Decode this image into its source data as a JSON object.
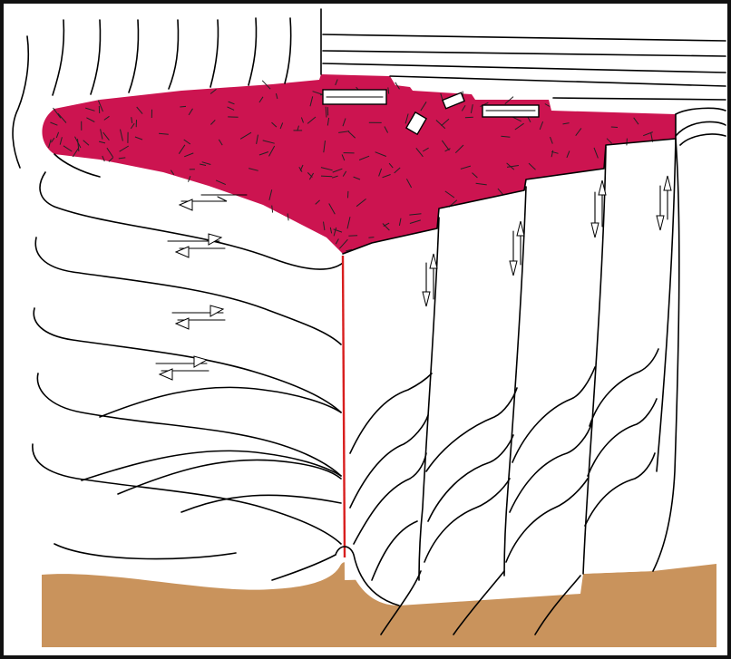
{
  "figure": {
    "kind": "geologic block diagram",
    "colors": {
      "magma_body": "#cc1450",
      "basal_layer": "#c9935c",
      "central_fault": "#d81e1e",
      "linework": "#000000",
      "frame": "#111111",
      "background": "#ffffff"
    },
    "units": [
      {
        "name": "igneous-body",
        "fill": "magma_body",
        "texture": "random-crystal-ticks"
      },
      {
        "name": "basal-sediment",
        "fill": "basal_layer"
      },
      {
        "name": "host-rock-layers",
        "fill": "background"
      }
    ],
    "structures": [
      {
        "name": "central-fracture",
        "style": "red-vertical-line"
      },
      {
        "name": "left-block-shear-arrows",
        "count": 4,
        "sense": "horizontal-opposed"
      },
      {
        "name": "right-block-fault-arrows",
        "count": 4,
        "sense": "vertical-opposed"
      },
      {
        "name": "xenolith-blocks",
        "count": 4
      }
    ]
  }
}
